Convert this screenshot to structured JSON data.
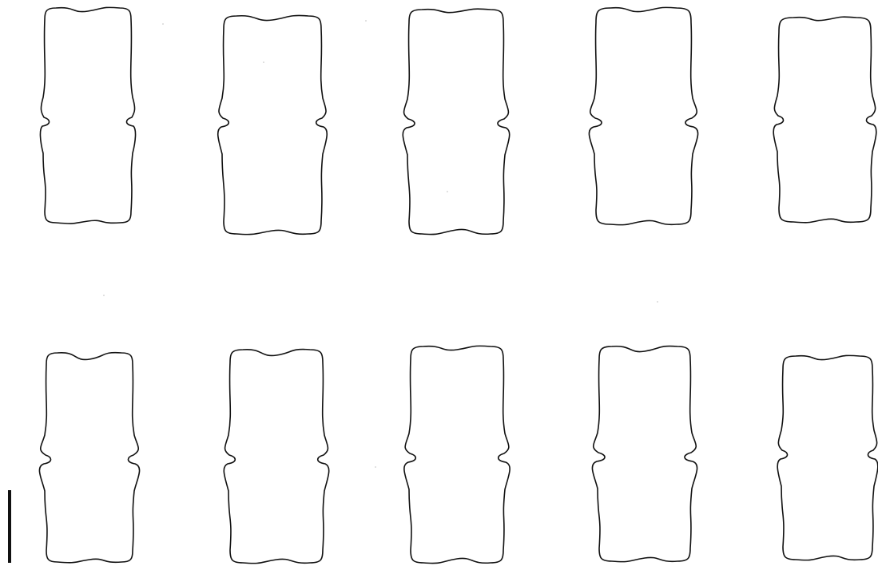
{
  "figure": {
    "description_type": "outline-grid",
    "rows": 2,
    "columns": 5,
    "outline_count": 10,
    "stroke_color": "#111111",
    "background_color": "#ffffff",
    "has_scale_bar": true,
    "printed_text": []
  }
}
